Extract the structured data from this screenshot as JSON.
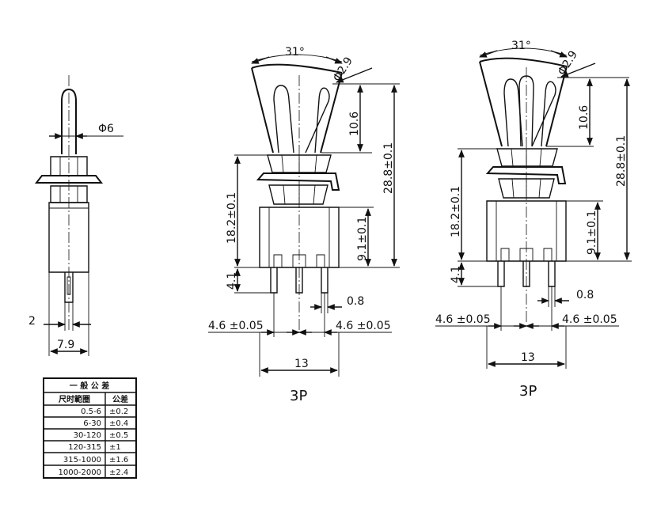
{
  "dimensions": {
    "side_diameter": "Φ6",
    "side_pin_width": "2",
    "side_base_width": "7.9",
    "front_angle": "31°",
    "front_tip_diameter": "Φ2.9",
    "front_lever_length": "10.6",
    "front_total_height": "28.8±0.1",
    "front_bushing_height": "18.2±0.1",
    "front_body_height": "9.1±0.1",
    "front_pin_length": "4.1",
    "front_pin_width": "0.8",
    "front_pitch_left": "4.6 ±0.05",
    "front_pitch_right": "4.6 ±0.05",
    "front_body_width": "13",
    "front_label": "3P",
    "right_angle": "31°",
    "right_tip_diameter": "Φ2.9",
    "right_lever_length": "10.6",
    "right_total_height": "28.8±0.1",
    "right_bushing_height": "18.2±0.1",
    "right_body_height": "9.1±0.1",
    "right_pin_length": "4.1",
    "right_pin_width": "0.8",
    "right_pitch_left": "4.6 ±0.05",
    "right_pitch_right": "4.6 ±0.05",
    "right_body_width": "13",
    "right_label": "3P"
  },
  "tolerance_table": {
    "title": "一 般 公 差",
    "col_range": "尺时範圈",
    "col_tol": "公差",
    "rows": [
      {
        "range": "0.5-6",
        "tol": "±0.2"
      },
      {
        "range": "6-30",
        "tol": "±0.4"
      },
      {
        "range": "30-120",
        "tol": "±0.5"
      },
      {
        "range": "120-315",
        "tol": "±1"
      },
      {
        "range": "315-1000",
        "tol": "±1.6"
      },
      {
        "range": "1000-2000",
        "tol": "±2.4"
      }
    ]
  }
}
